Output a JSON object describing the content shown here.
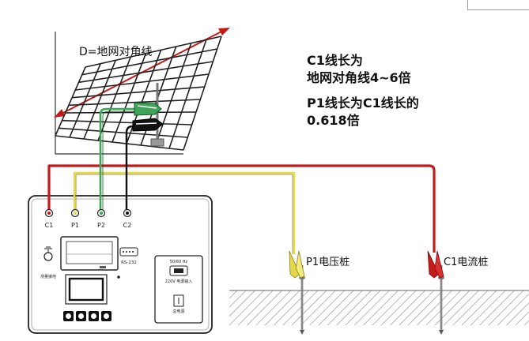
{
  "grid_label": "D=地网对角线",
  "notes": {
    "c1_line1": "C1线长为",
    "c1_line2": "地网对角线4~6倍",
    "p1_line1": "P1线长为C1线长的",
    "p1_line2": "0.618倍"
  },
  "terminals": [
    "C1",
    "P1",
    "P2",
    "C2"
  ],
  "device": {
    "ground_label": "测量接地",
    "rs232_label": "RS-232",
    "power_spec": "50/60 Hz",
    "power_input": "220V 电源输入",
    "power_switch": "总电源"
  },
  "stakes": {
    "p1": "P1电压桩",
    "c1": "C1电流桩"
  },
  "colors": {
    "red": "#c31a1a",
    "yellow": "#e5d94a",
    "green": "#3fa35a",
    "black": "#111111"
  }
}
